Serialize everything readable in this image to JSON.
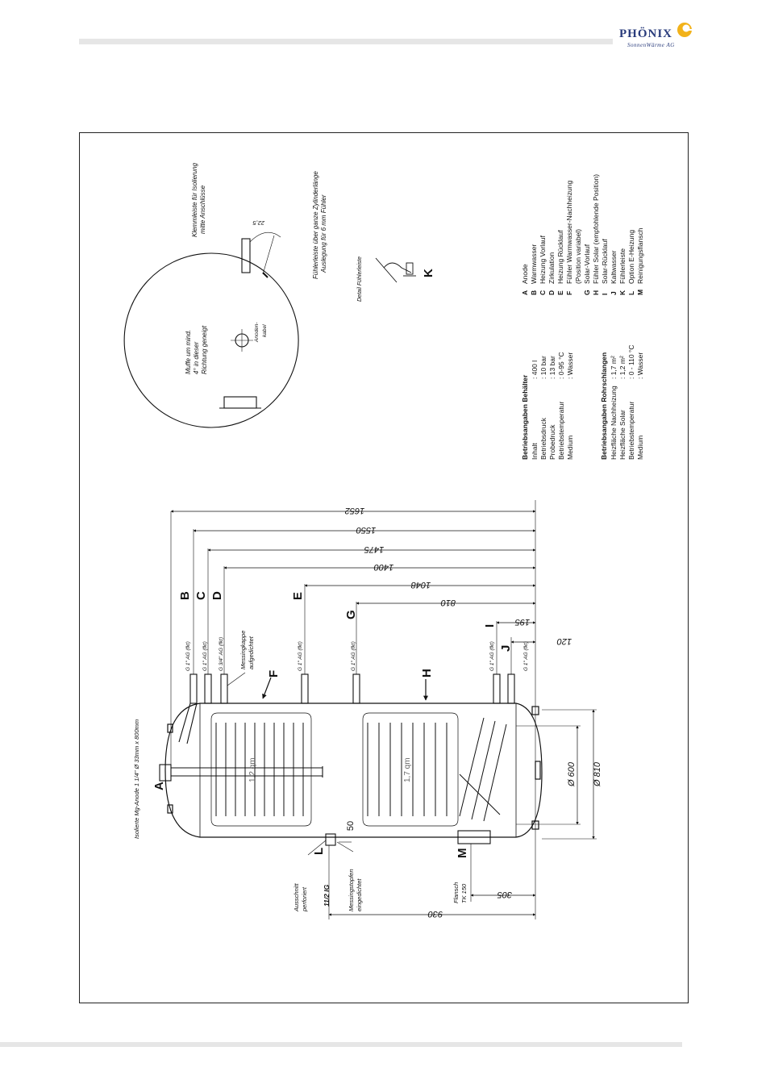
{
  "header": {
    "brand_name": "PHÖNIX",
    "brand_sub": "SonnenWärme AG",
    "brand_color": "#2a3c7c",
    "accent_color": "#f2b21a"
  },
  "drawing": {
    "anode_note": "Isolierte Mg-Anode 1 1/4\" Ø 33mm x 800mm",
    "pipe_labels": {
      "b": "G 1\" AG (fkt)",
      "c": "G 1\" AG (fkt)",
      "d": "G 3/4\" AG (fkt)",
      "e": "G 1\" AG (fkt)",
      "g": "G 1\" AG (fkt)",
      "i": "G 1\" AG (fkt)",
      "j": "G 1\" AG (fkt)"
    },
    "messing_kappe": [
      "Messingkappe",
      "aufgedichtet"
    ],
    "messing_stopfen": [
      "Messingstopfen",
      "eingedichtet"
    ],
    "ausschnitt": [
      "Ausschnitt",
      "perforiert"
    ],
    "size_l": "11/2 IG",
    "dim_50": "50",
    "flansch": [
      "Flansch",
      "TK 150"
    ],
    "coil_area_1": "1,2 qm",
    "coil_area_2": "1,7 qm",
    "letters": {
      "a": "A",
      "b": "B",
      "c": "C",
      "d": "D",
      "e": "E",
      "f": "F",
      "g": "G",
      "h": "H",
      "i": "I",
      "j": "J",
      "k": "K",
      "l": "L",
      "m": "M"
    },
    "dims_top": {
      "d1652": "1652",
      "d1550": "1550",
      "d1475": "1475",
      "d1400": "1400",
      "d1048": "1048",
      "d810": "810",
      "d195": "195",
      "d120": "120"
    },
    "dims_bottom": {
      "d930": "930",
      "d305": "305"
    },
    "diameters": {
      "d600": "Ø 600",
      "d810": "Ø 810"
    },
    "plan": {
      "muffe": [
        "Muffe um mind.",
        "4° in dieser",
        "Richtung geneigt"
      ],
      "anodenkabel": [
        "Anoden-",
        "kabel"
      ],
      "klemmleiste": [
        "Klemmleiste für Isolierung",
        "mitte Anschlüsse"
      ],
      "angle": "22,5",
      "fuehlerleiste": [
        "Fühlerleiste über ganze Zylinderlänge",
        "Auslegung für 6 mm Fühler"
      ],
      "detail": "Detail Fühlerleiste"
    }
  },
  "specs": {
    "behaelter_title": "Betriebsangaben Behälter",
    "behaelter": [
      {
        "label": "Inhalt",
        "value": ": 400 l"
      },
      {
        "label": "Betriebsdruck",
        "value": ": 10 bar"
      },
      {
        "label": "Probedruck",
        "value": ": 13 bar"
      },
      {
        "label": "Betriebstemperatur",
        "value": ": 0-95 °C"
      },
      {
        "label": "Medium",
        "value": ": Wasser"
      }
    ],
    "rohr_title": "Betriebsangaben Rohrschlangen",
    "rohr": [
      {
        "label": "Heizfläche Nachheizung",
        "value": ": 1,7 m²"
      },
      {
        "label": "Heizfläche Solar",
        "value": ": 1,2 m²"
      },
      {
        "label": "Betriebstemperatur",
        "value": ": 0 - 110 °C"
      },
      {
        "label": "Medium",
        "value": ": Wasser"
      }
    ],
    "legend": [
      {
        "key": "A",
        "text": "Anode"
      },
      {
        "key": "B",
        "text": "Warmwasser"
      },
      {
        "key": "C",
        "text": "Heizung Vorlauf"
      },
      {
        "key": "D",
        "text": "Zirkulation"
      },
      {
        "key": "E",
        "text": "Heizung Rücklauf"
      },
      {
        "key": "F",
        "text": "Fühler Warmwasser-Nachheizung"
      },
      {
        "key": "",
        "text": "(Position variabel)"
      },
      {
        "key": "G",
        "text": "Solar-Vorlauf"
      },
      {
        "key": "H",
        "text": "Fühler Solar (empfohlende Position)"
      },
      {
        "key": "I",
        "text": "Solar-Rücklauf"
      },
      {
        "key": "J",
        "text": "Kaltwasser"
      },
      {
        "key": "K",
        "text": "Fühlerleiste"
      },
      {
        "key": "L",
        "text": "Option E-Heizung"
      },
      {
        "key": "M",
        "text": "Reinigungsflansch"
      }
    ]
  }
}
